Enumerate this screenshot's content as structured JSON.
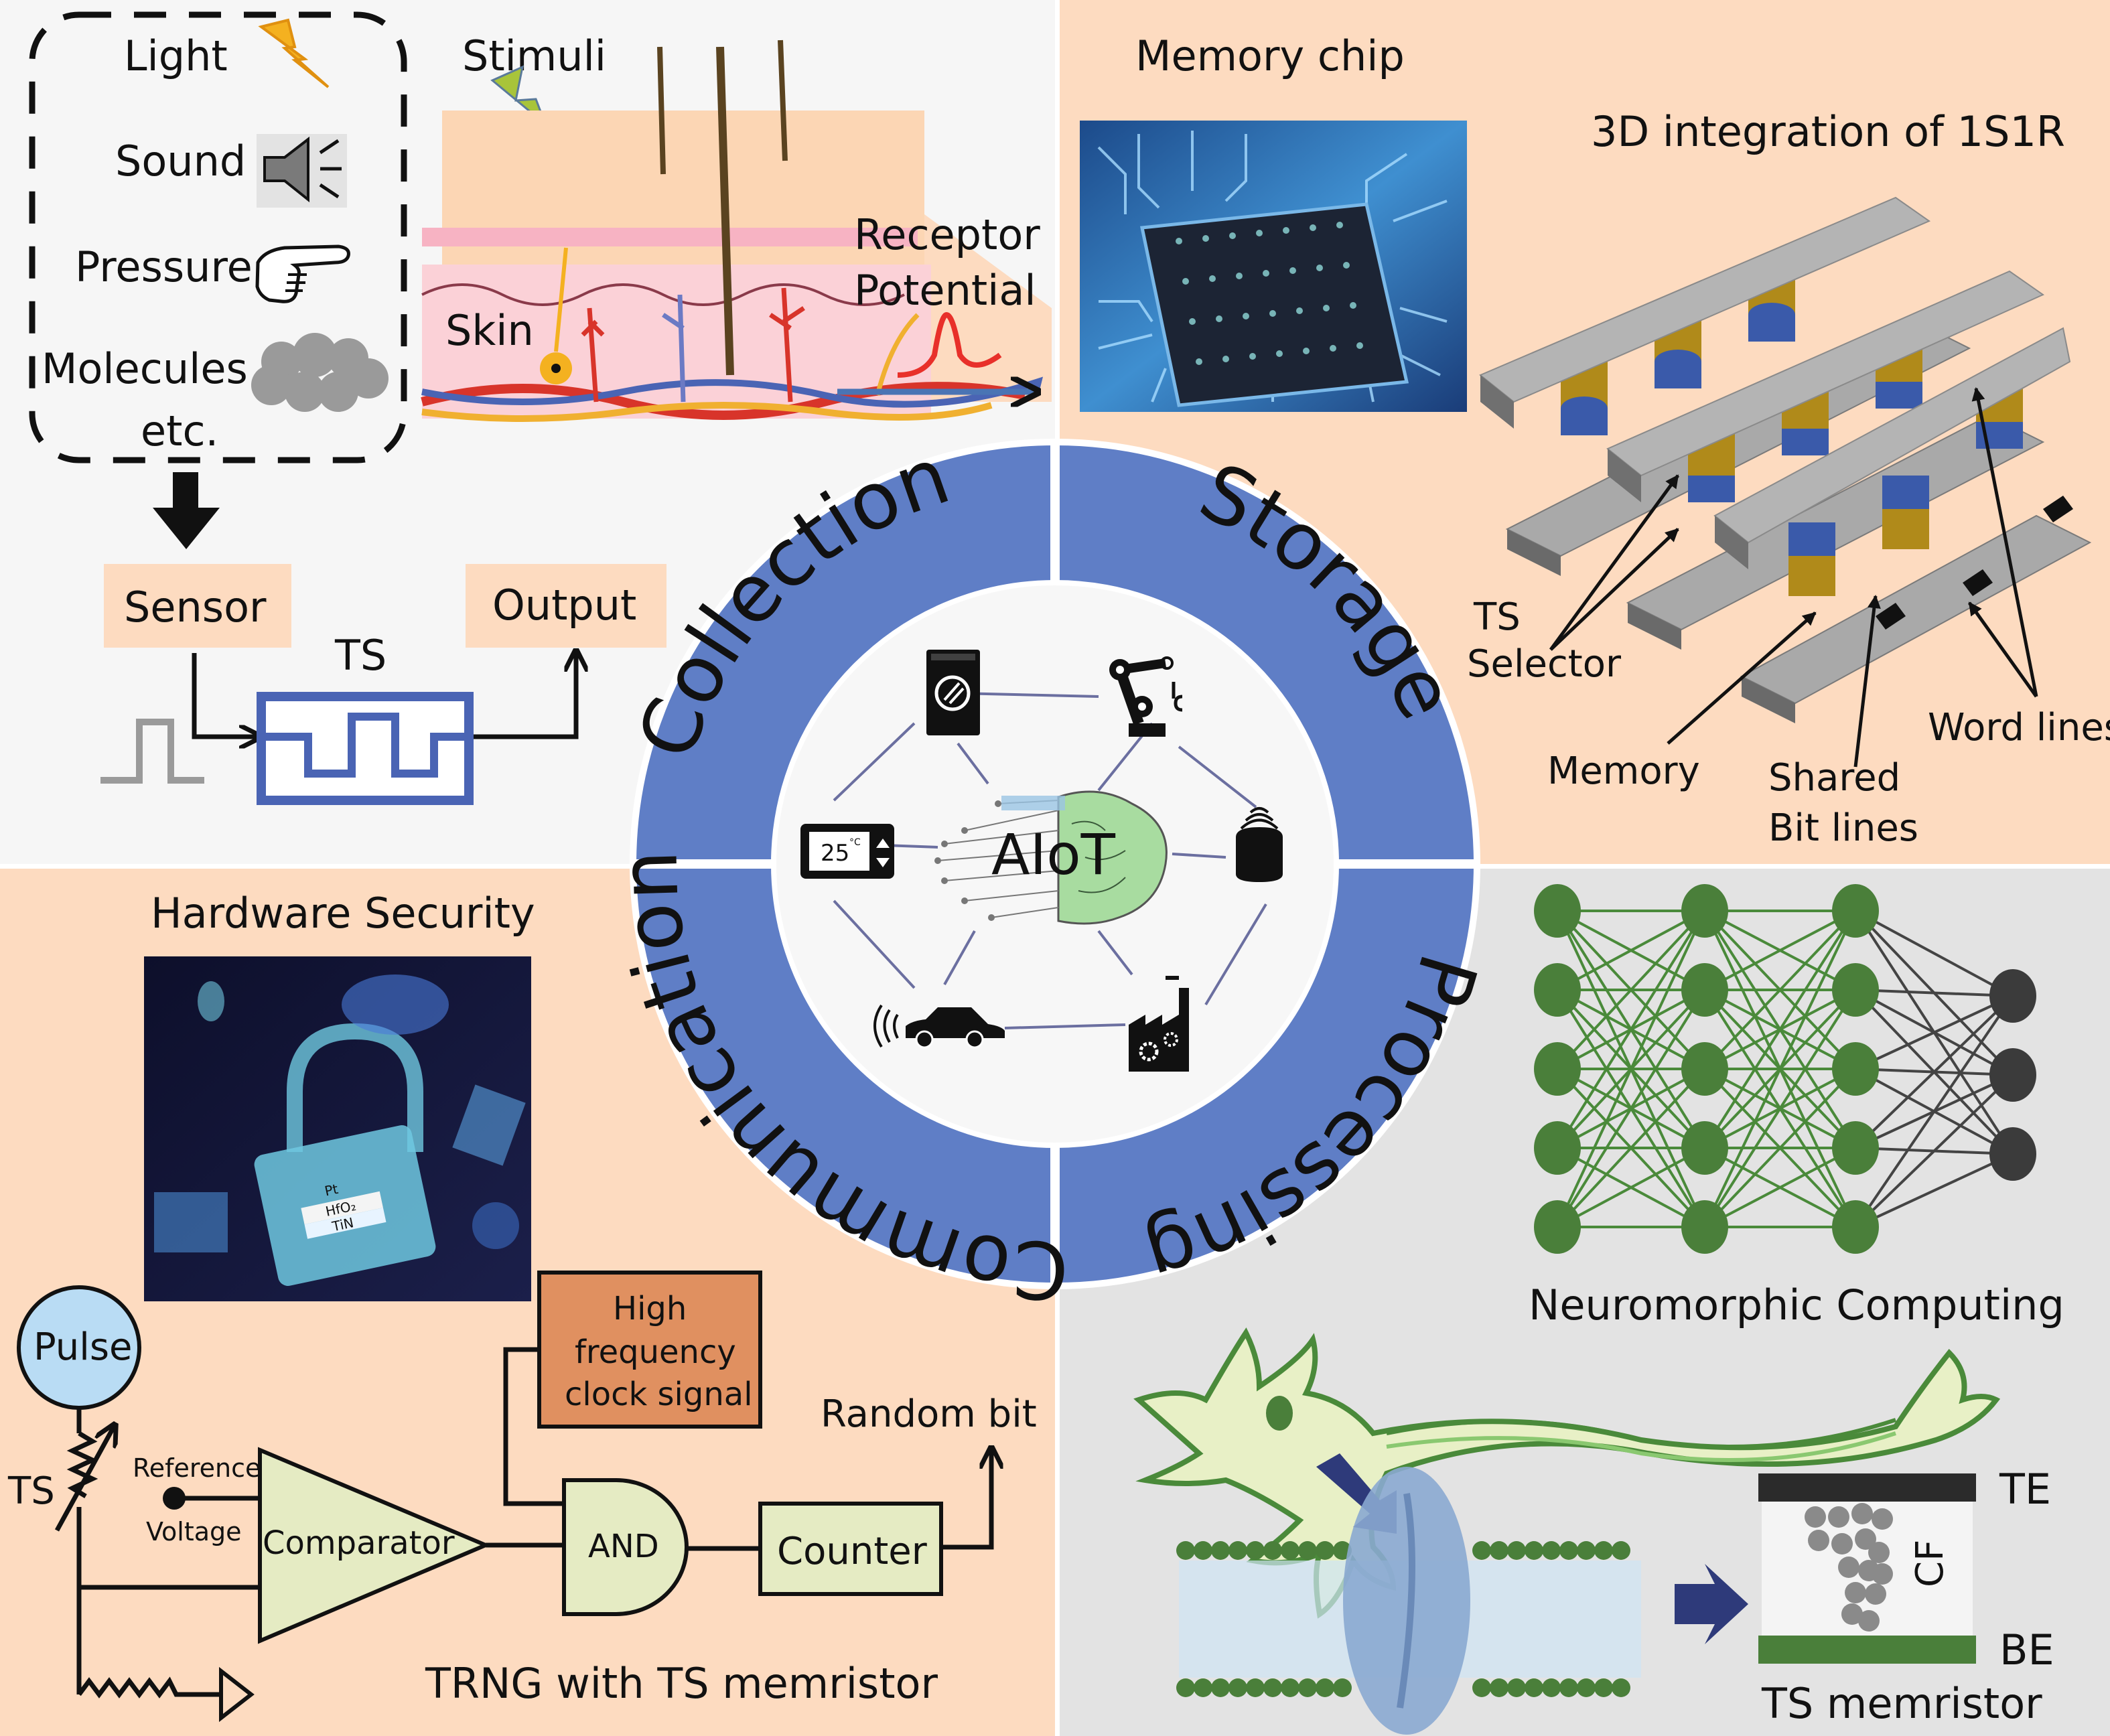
{
  "colors": {
    "panel_top_left": "#f6f6f6",
    "panel_top_right": "#fddbc0",
    "panel_bottom_left": "#fddbc0",
    "panel_bottom_right": "#e3e3e3",
    "ring": "#5f7ec6",
    "ring_inner": "#f7f7f7",
    "brain_green": "#a8dca0",
    "neuron_green": "#4a7f3a",
    "clock_box": "#e09060",
    "gate_fill": "#e5ebc3",
    "pulse_fill": "#b9dcf4",
    "sensor_box": "#fddbc0",
    "ts_blue": "#4a64b4",
    "te_dark": "#2b2b2b",
    "be_green": "#4a7f3a"
  },
  "collection_panel": {
    "stimuli_types": [
      "Light",
      "Sound",
      "Pressure",
      "Molecules",
      "etc."
    ],
    "stimuli_icons": [
      "lightning-icon",
      "speaker-icon",
      "pointing-hand-icon",
      "molecule-cloud-icon"
    ],
    "stimuli_label": "Stimuli",
    "skin_label": "Skin",
    "receptor_label_line1": "Receptor",
    "receptor_label_line2": "Potential",
    "sensor_label": "Sensor",
    "ts_label": "TS",
    "output_label": "Output"
  },
  "storage_panel": {
    "memory_chip_title": "Memory chip",
    "integration_title": "3D integration of 1S1R",
    "ts_selector_line1": "TS",
    "ts_selector_line2": "Selector",
    "memory_label": "Memory",
    "shared_bit_lines_line1": "Shared",
    "shared_bit_lines_line2": "Bit lines",
    "word_lines_label": "Word lines"
  },
  "center_ring": {
    "segments": [
      "Collection",
      "Storage",
      "Processing",
      "Communication"
    ],
    "center_label": "AIoT",
    "thermostat_value": "25",
    "thermostat_unit": "°C",
    "devices": [
      "washing-machine",
      "robot-arm",
      "thermostat",
      "smart-speaker",
      "connected-car",
      "smart-factory"
    ]
  },
  "security_panel": {
    "title": "Hardware Security",
    "lock_layers": [
      "Pt",
      "HfO₂",
      "TiN"
    ],
    "pulse_label": "Pulse",
    "ts_label": "TS",
    "reference_label_line1": "Reference",
    "reference_label_line2": "Voltage",
    "comparator_label": "Comparator",
    "clock_line1": "High",
    "clock_line2": "frequency",
    "clock_line3": "clock signal",
    "and_label": "AND",
    "counter_label": "Counter",
    "random_bit_label": "Random bit",
    "caption": "TRNG with TS memristor"
  },
  "processing_panel": {
    "title": "Neuromorphic Computing",
    "network_layers": [
      5,
      5,
      5,
      3
    ],
    "te_label": "TE",
    "be_label": "BE",
    "cf_label": "CF",
    "memristor_label": "TS memristor"
  }
}
